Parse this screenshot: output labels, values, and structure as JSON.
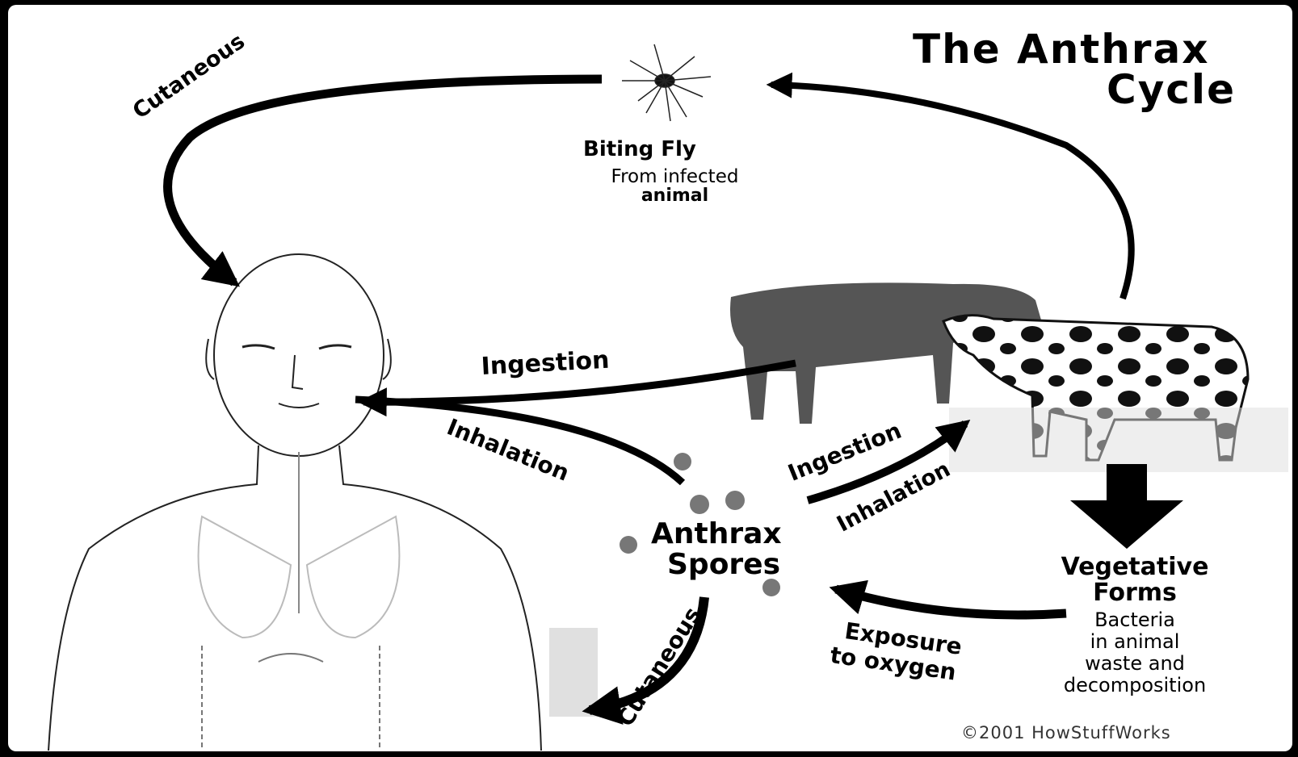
{
  "title": {
    "line1": "The Anthrax",
    "line2": "Cycle"
  },
  "nodes": {
    "fly": {
      "title": "Biting Fly",
      "desc_line1": "From infected",
      "desc_line2": "animal"
    },
    "spores": {
      "line1": "Anthrax",
      "line2": "Spores"
    },
    "vegetative": {
      "title_line1": "Vegetative",
      "title_line2": "Forms",
      "desc": [
        "Bacteria",
        "in animal",
        "waste and",
        "decomposition"
      ]
    }
  },
  "arrows": {
    "fly_to_human": "Cutaneous",
    "cattle_to_human_ingestion": "Ingestion",
    "spores_to_human_inhalation": "Inhalation",
    "spores_to_cattle_ingestion": "Ingestion",
    "spores_to_cattle_inhalation": "Inhalation",
    "vegetative_to_spores": {
      "line1": "Exposure",
      "line2": "to oxygen"
    },
    "spores_to_human_cutaneous": "Cutaneous"
  },
  "copyright": "©2001 HowStuffWorks"
}
